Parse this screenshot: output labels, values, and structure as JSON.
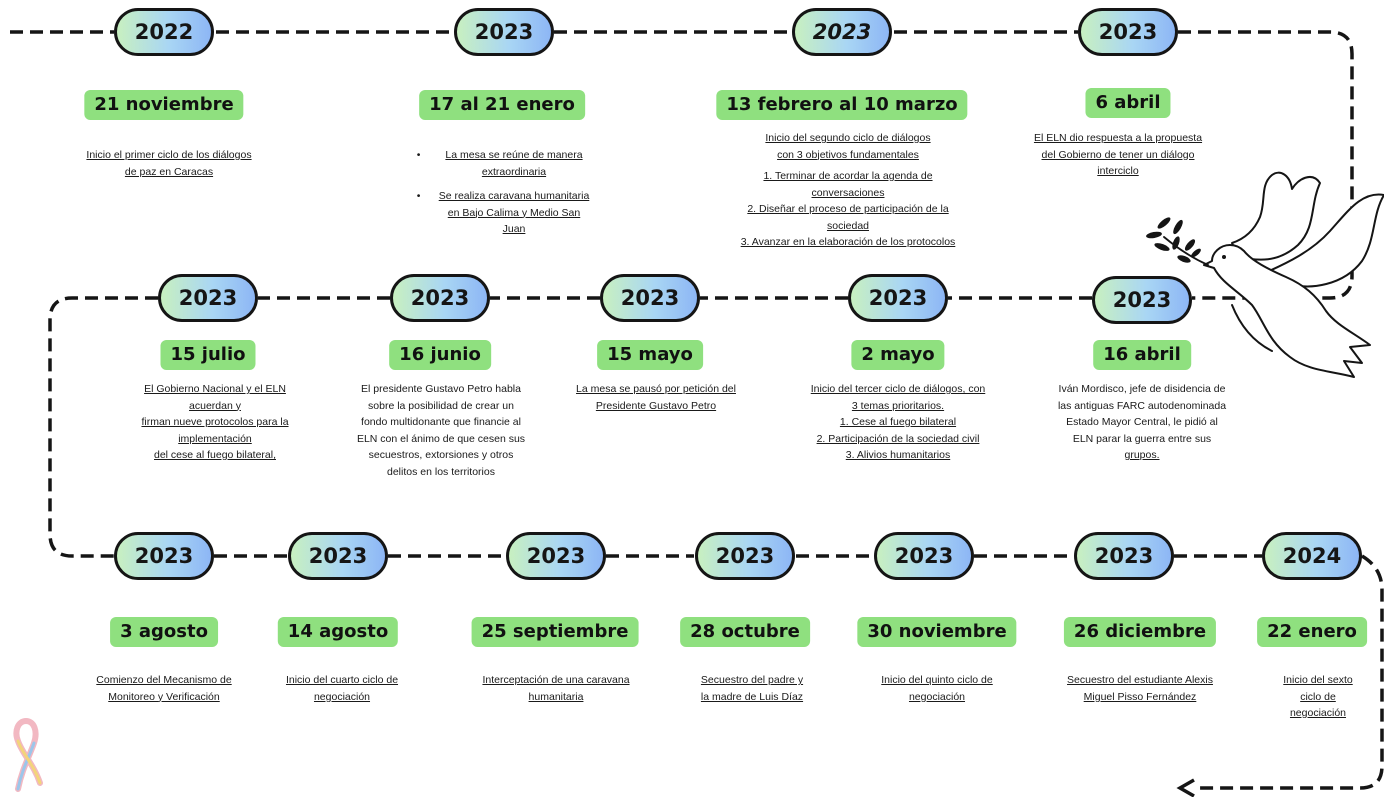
{
  "row1": [
    {
      "year": "2022",
      "date": "21 noviembre",
      "lines": [
        "Inicio el primer ciclo de los diálogos",
        "de paz en Caracas"
      ]
    },
    {
      "year": "2023",
      "date": "17 al 21 enero",
      "bullets": [
        [
          "La mesa se reúne de manera",
          "extraordinaria"
        ],
        [
          "Se realiza caravana humanitaria",
          "en Bajo Calima y Medio San",
          "Juan"
        ]
      ]
    },
    {
      "year": "2023",
      "date": "13 febrero al 10 marzo",
      "lines": [
        "Inicio del segundo ciclo de diálogos",
        "con 3 objetivos fundamentales",
        "1. Terminar de acordar la agenda de",
        "conversaciones",
        "2. Diseñar el proceso de participación de la",
        "sociedad",
        "3. Avanzar en la elaboración de los protocolos"
      ]
    },
    {
      "year": "2023",
      "date": "6 abril",
      "lines": [
        "El ELN dio respuesta a la propuesta",
        "del Gobierno de tener un diálogo",
        "interciclo"
      ]
    }
  ],
  "row2": [
    {
      "year": "2023",
      "date": "15 julio",
      "lines": [
        "El Gobierno Nacional y el ELN",
        "acuerdan y",
        "firman nueve protocolos para la",
        "implementación",
        "del cese al fuego bilateral,"
      ]
    },
    {
      "year": "2023",
      "date": "16 junio",
      "lines": [
        "El presidente Gustavo Petro habla",
        "sobre la posibilidad de crear un",
        "fondo multidonante que financie al",
        "ELN con el ánimo de que cesen sus",
        "secuestros, extorsiones y otros",
        "delitos en los territorios"
      ]
    },
    {
      "year": "2023",
      "date": "15 mayo",
      "lines": [
        "La mesa se pausó por petición del",
        "Presidente Gustavo Petro"
      ]
    },
    {
      "year": "2023",
      "date": "2 mayo",
      "lines": [
        "Inicio del tercer ciclo de diálogos, con",
        "3 temas prioritarios.",
        "1. Cese al fuego bilateral",
        "2. Participación de la sociedad civil",
        "3. Alivios humanitarios"
      ]
    },
    {
      "year": "2023",
      "date": "16 abril",
      "lines": [
        "Iván Mordisco, jefe de disidencia de",
        "las antiguas FARC autodenominada",
        "Estado Mayor Central, le pidió al",
        "ELN parar la guerra entre sus",
        "grupos."
      ]
    }
  ],
  "row3": [
    {
      "year": "2023",
      "date": "3 agosto",
      "lines": [
        "Comienzo del Mecanismo de",
        "Monitoreo y Verificación"
      ]
    },
    {
      "year": "2023",
      "date": "14 agosto",
      "lines": [
        "Inicio del cuarto ciclo de",
        "negociación"
      ]
    },
    {
      "year": "2023",
      "date": "25 septiembre",
      "lines": [
        "Interceptación de una caravana",
        "humanitaria"
      ]
    },
    {
      "year": "2023",
      "date": "28 octubre",
      "lines": [
        "Secuestro del padre y",
        "la madre de Luis Díaz"
      ]
    },
    {
      "year": "2023",
      "date": "30 noviembre",
      "lines": [
        "Inicio del quinto ciclo de",
        "negociación"
      ]
    },
    {
      "year": "2023",
      "date": "26 diciembre",
      "lines": [
        "Secuestro del estudiante Alexis",
        "Miguel Pisso Fernández"
      ]
    },
    {
      "year": "2024",
      "date": "22 enero",
      "lines": [
        "Inicio del sexto",
        "ciclo de",
        "negociación"
      ]
    }
  ],
  "colors": {
    "date_bg": "#8fe07f",
    "pill_start": "#c8f0c0",
    "pill_end": "#8db6f5",
    "line": "#151515"
  },
  "icons": {
    "dove": "peace-dove-icon",
    "ribbon": "awareness-ribbon-icon"
  }
}
